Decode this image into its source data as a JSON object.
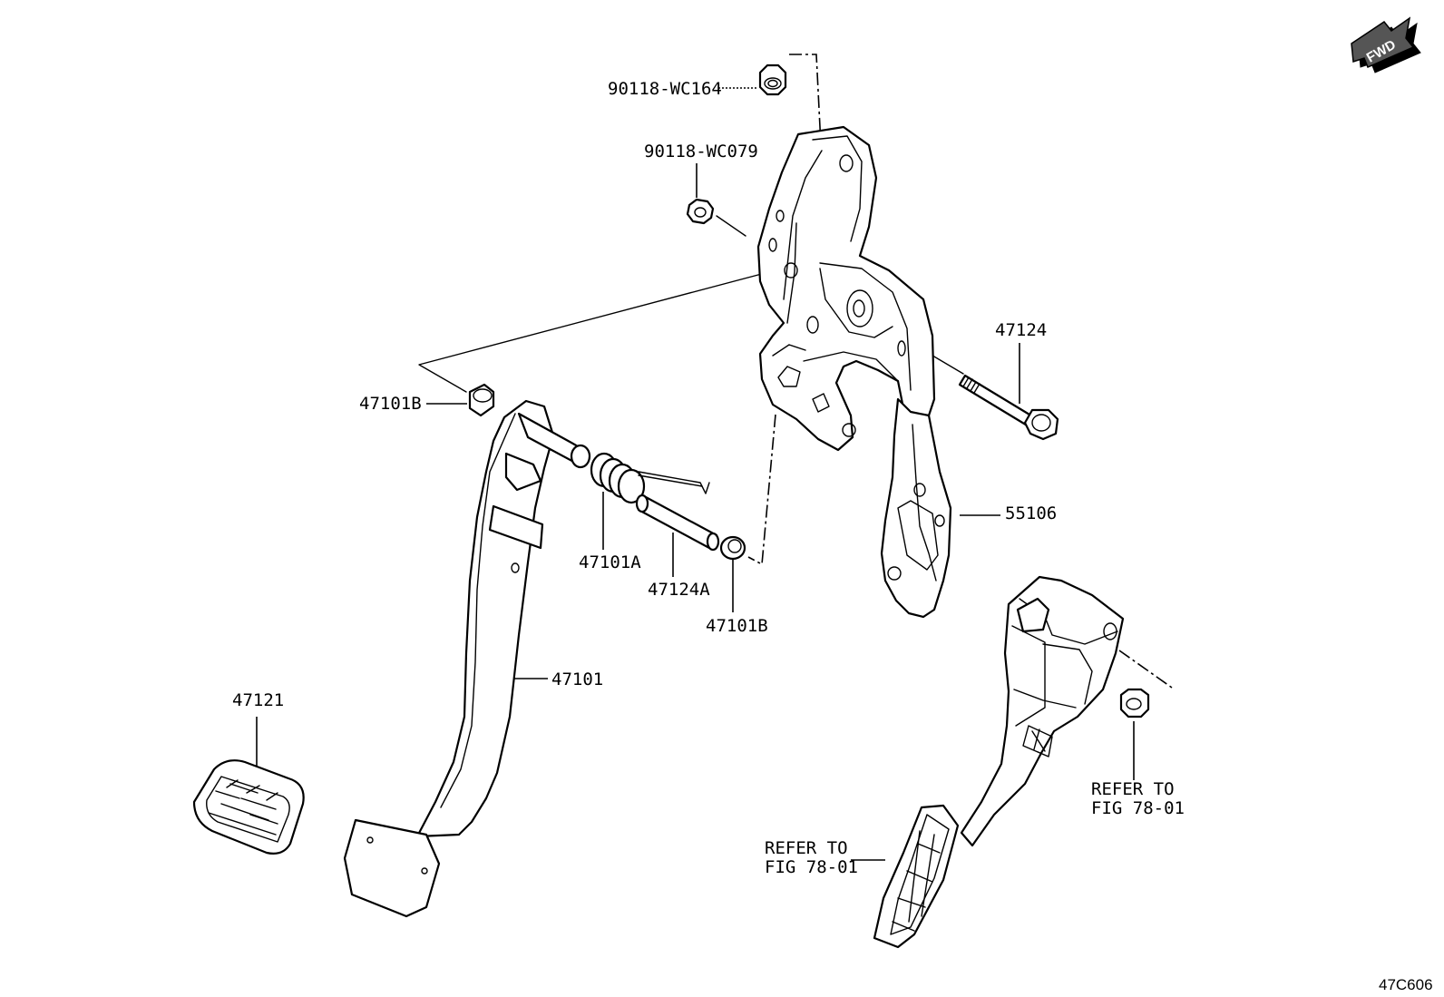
{
  "diagram": {
    "fwd_label": "FWD",
    "figure_code": "47C606"
  },
  "labels": {
    "nut_top": "90118-WC164",
    "nut_small": "90118-WC079",
    "bolt": "47124",
    "bushing_left": "47101B",
    "bushing_right": "47101B",
    "spring": "47101A",
    "collar": "47124A",
    "bracket": "55106",
    "brake_pedal": "47101",
    "pedal_pad": "47121",
    "refer_right_1": "REFER TO",
    "refer_right_2": "FIG 78-01",
    "refer_left_1": "REFER TO",
    "refer_left_2": "FIG 78-01"
  }
}
